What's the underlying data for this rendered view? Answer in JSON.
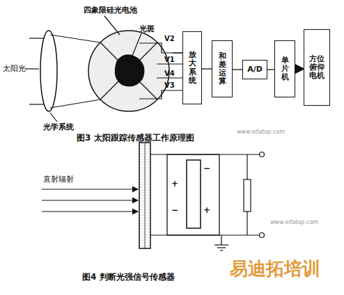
{
  "diagram": {
    "caption": "图3 太阳跟踪传感器工作原理图",
    "nodes": [
      {
        "text": [
          "放大系统"
        ]
      },
      {
        "text": [
          "和差运算"
        ]
      },
      {
        "text": [
          "A/D"
        ]
      },
      {
        "text": [
          "单片机"
        ]
      },
      {
        "text": [
          "方位俯仰电机"
        ]
      }
    ],
    "edges": [
      {
        "from": 0,
        "to": 1,
        "arrow": "none"
      },
      {
        "from": 1,
        "to": 2,
        "arrow": "none"
      },
      {
        "from": 2,
        "to": 3,
        "arrow": "none"
      },
      {
        "from": 3,
        "to": 4,
        "arrow": "to"
      }
    ],
    "labels": [
      "四象限硅光电池",
      "光斑",
      "太阳光",
      "光学系统",
      "V2",
      "V1",
      "V4",
      "V3",
      "图4 判断光强信号传感器",
      "直射辐射",
      "+",
      "−",
      "−",
      "+",
      "易迪拓培训",
      "www.edatop.com",
      "www.edatop.com"
    ]
  }
}
